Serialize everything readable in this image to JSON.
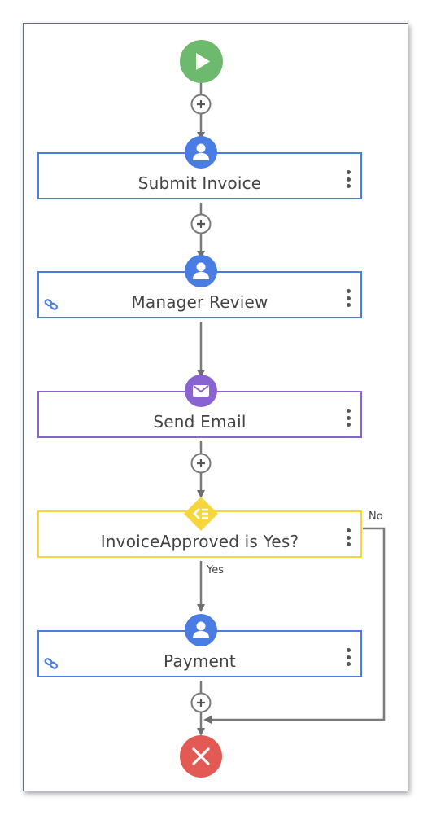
{
  "workflow": {
    "start_icon": "play-icon",
    "end_icon": "close-icon",
    "nodes": [
      {
        "label": "Submit Invoice",
        "type": "user-task",
        "icon": "user-icon",
        "linked": false
      },
      {
        "label": "Manager Review",
        "type": "user-task",
        "icon": "user-icon",
        "linked": true
      },
      {
        "label": "Send Email",
        "type": "email-task",
        "icon": "envelope-icon",
        "linked": false
      },
      {
        "label": "InvoiceApproved is Yes?",
        "type": "condition",
        "icon": "condition-icon",
        "linked": false
      },
      {
        "label": "Payment",
        "type": "user-task",
        "icon": "user-icon",
        "linked": true
      }
    ],
    "branch_labels": {
      "yes": "Yes",
      "no": "No"
    }
  },
  "colors": {
    "start": "#6db96d",
    "end": "#e35a55",
    "user_task": "#4a7de3",
    "email_task": "#8a63d2",
    "condition": "#f5d73d",
    "connector": "#7a7a7a"
  }
}
